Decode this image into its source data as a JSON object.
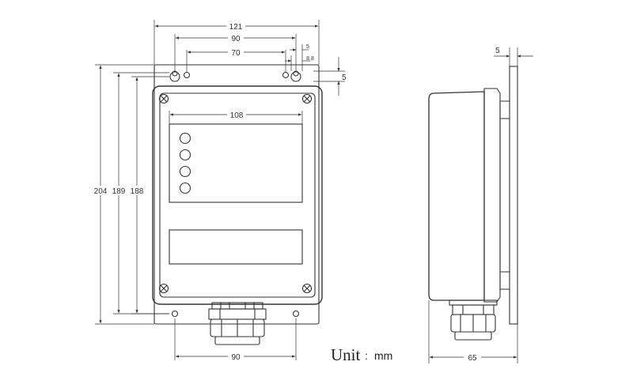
{
  "front_view": {
    "dimensions": {
      "width_overall": "121",
      "hole_spacing_top": "90",
      "slot_spacing": "70",
      "offset_5": "5",
      "offset_8_8": "8.8",
      "offset_right_5": "5",
      "inner_width": "108",
      "height_overall": "204",
      "height_189": "189",
      "height_188": "188",
      "hole_spacing_bottom": "90"
    },
    "indicator_count": 4
  },
  "side_view": {
    "dimensions": {
      "flange_thickness": "5",
      "depth": "65"
    }
  },
  "unit_label": {
    "word": "Unit",
    "separator": ":",
    "unit": "mm"
  }
}
